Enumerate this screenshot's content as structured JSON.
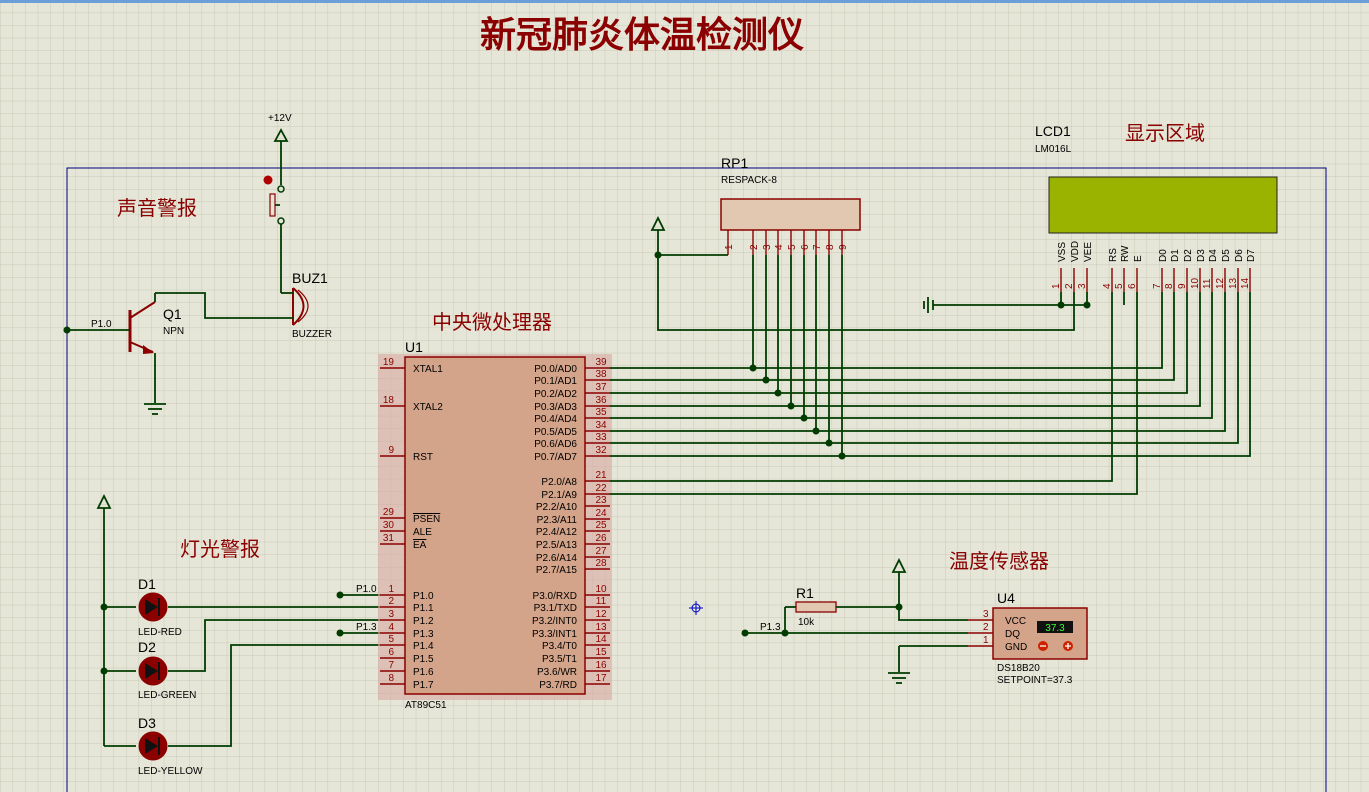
{
  "title": "新冠肺炎体温检测仪",
  "section_labels": {
    "sound_alarm": "声音警报",
    "light_alarm": "灯光警报",
    "cpu": "中央微处理器",
    "display": "显示区域",
    "temp_sensor": "温度传感器"
  },
  "power": {
    "v12": "+12V"
  },
  "q1": {
    "ref": "Q1",
    "type": "NPN",
    "net": "P1.0"
  },
  "buz1": {
    "ref": "BUZ1",
    "type": "BUZZER"
  },
  "rp1": {
    "ref": "RP1",
    "type": "RESPACK-8",
    "pins": [
      "1",
      "2",
      "3",
      "4",
      "5",
      "6",
      "7",
      "8",
      "9"
    ]
  },
  "lcd1": {
    "ref": "LCD1",
    "type": "LM016L",
    "pin_names": [
      "VSS",
      "VDD",
      "VEE",
      "RS",
      "RW",
      "E",
      "D0",
      "D1",
      "D2",
      "D3",
      "D4",
      "D5",
      "D6",
      "D7"
    ],
    "pin_nums": [
      "1",
      "2",
      "3",
      "4",
      "5",
      "6",
      "7",
      "8",
      "9",
      "10",
      "11",
      "12",
      "13",
      "14"
    ],
    "screen_color": "#99b300"
  },
  "u1": {
    "ref": "U1",
    "type": "AT89C51",
    "left_pins": [
      {
        "num": "19",
        "name": "XTAL1"
      },
      {
        "num": "18",
        "name": "XTAL2"
      },
      {
        "num": "9",
        "name": "RST"
      },
      {
        "num": "29",
        "name": "PSEN"
      },
      {
        "num": "30",
        "name": "ALE"
      },
      {
        "num": "31",
        "name": "EA"
      },
      {
        "num": "1",
        "name": "P1.0"
      },
      {
        "num": "2",
        "name": "P1.1"
      },
      {
        "num": "3",
        "name": "P1.2"
      },
      {
        "num": "4",
        "name": "P1.3"
      },
      {
        "num": "5",
        "name": "P1.4"
      },
      {
        "num": "6",
        "name": "P1.5"
      },
      {
        "num": "7",
        "name": "P1.6"
      },
      {
        "num": "8",
        "name": "P1.7"
      }
    ],
    "right_pins": [
      {
        "num": "39",
        "name": "P0.0/AD0"
      },
      {
        "num": "38",
        "name": "P0.1/AD1"
      },
      {
        "num": "37",
        "name": "P0.2/AD2"
      },
      {
        "num": "36",
        "name": "P0.3/AD3"
      },
      {
        "num": "35",
        "name": "P0.4/AD4"
      },
      {
        "num": "34",
        "name": "P0.5/AD5"
      },
      {
        "num": "33",
        "name": "P0.6/AD6"
      },
      {
        "num": "32",
        "name": "P0.7/AD7"
      },
      {
        "num": "21",
        "name": "P2.0/A8"
      },
      {
        "num": "22",
        "name": "P2.1/A9"
      },
      {
        "num": "23",
        "name": "P2.2/A10"
      },
      {
        "num": "24",
        "name": "P2.3/A11"
      },
      {
        "num": "25",
        "name": "P2.4/A12"
      },
      {
        "num": "26",
        "name": "P2.5/A13"
      },
      {
        "num": "27",
        "name": "P2.6/A14"
      },
      {
        "num": "28",
        "name": "P2.7/A15"
      },
      {
        "num": "10",
        "name": "P3.0/RXD"
      },
      {
        "num": "11",
        "name": "P3.1/TXD"
      },
      {
        "num": "12",
        "name": "P3.2/INT0"
      },
      {
        "num": "13",
        "name": "P3.3/INT1"
      },
      {
        "num": "14",
        "name": "P3.4/T0"
      },
      {
        "num": "15",
        "name": "P3.5/T1"
      },
      {
        "num": "16",
        "name": "P3.6/WR"
      },
      {
        "num": "17",
        "name": "P3.7/RD"
      }
    ],
    "net_p10": "P1.0",
    "net_p13": "P1.3",
    "body_color": "#d4a48a"
  },
  "leds": [
    {
      "ref": "D1",
      "type": "LED-RED"
    },
    {
      "ref": "D2",
      "type": "LED-GREEN"
    },
    {
      "ref": "D3",
      "type": "LED-YELLOW"
    }
  ],
  "r1": {
    "ref": "R1",
    "value": "10k",
    "net": "P1.3"
  },
  "u4": {
    "ref": "U4",
    "type": "DS18B20",
    "setpoint": "SETPOINT=37.3",
    "display": "37.3",
    "pins": [
      {
        "num": "3",
        "name": "VCC"
      },
      {
        "num": "2",
        "name": "DQ"
      },
      {
        "num": "1",
        "name": "GND"
      }
    ]
  }
}
